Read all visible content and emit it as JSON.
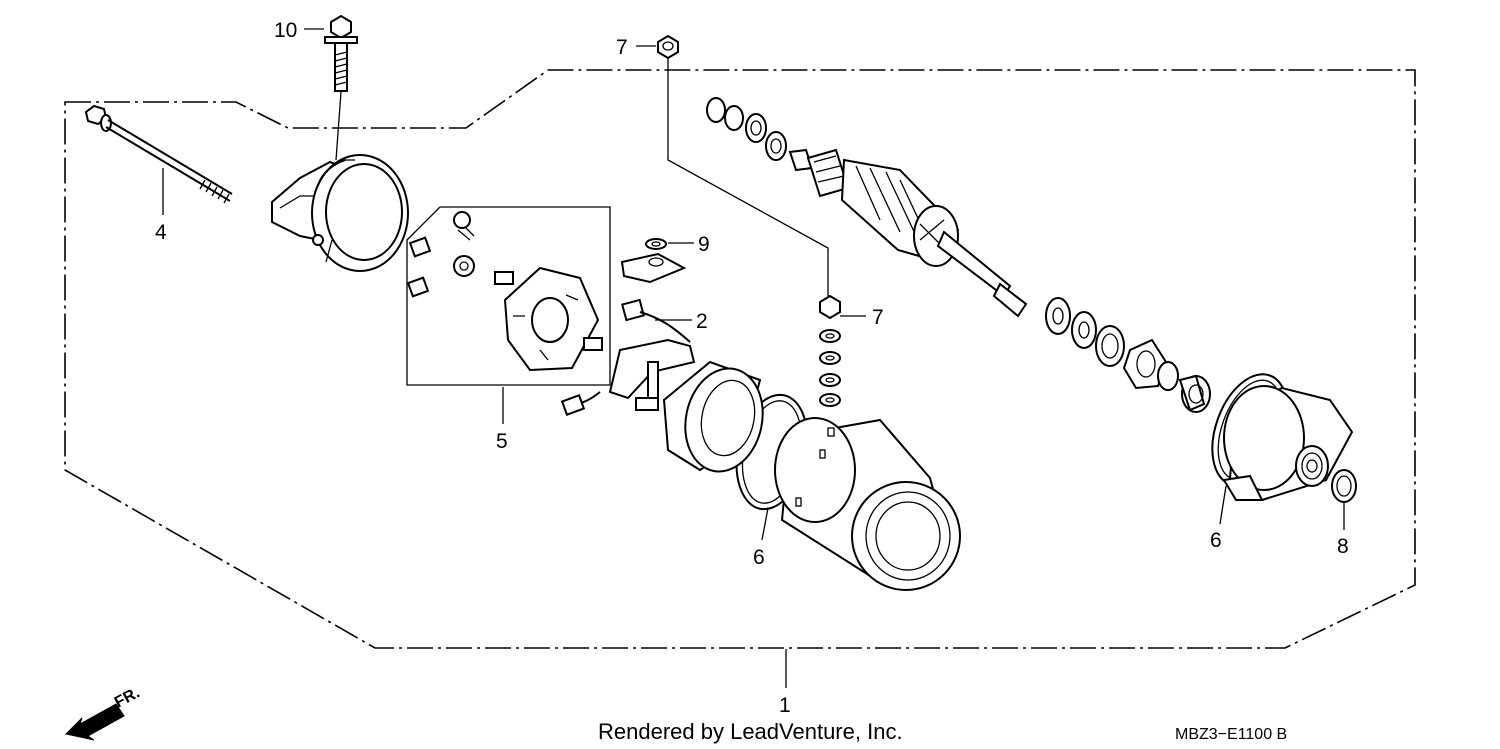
{
  "callouts": {
    "c1": "1",
    "c2": "2",
    "c4": "4",
    "c5": "5",
    "c6a": "6",
    "c6b": "6",
    "c7a": "7",
    "c7b": "7",
    "c8": "8",
    "c9": "9",
    "c10": "10"
  },
  "orientation": {
    "label": "FR."
  },
  "footer": {
    "credit": "Rendered by LeadVenture, Inc.",
    "diagram_code": "MBZ3−E1100 B"
  }
}
